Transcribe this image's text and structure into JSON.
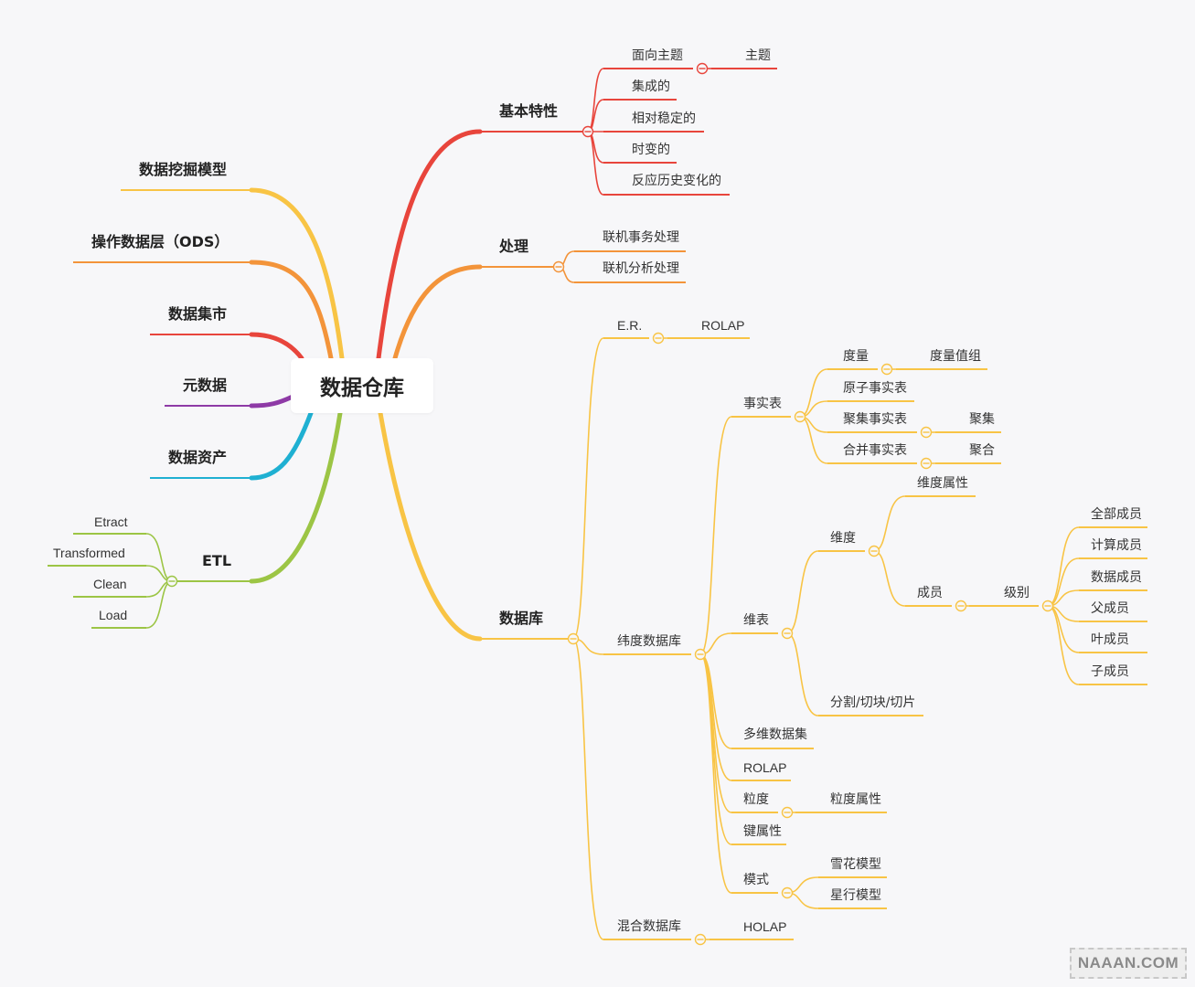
{
  "title": "数据仓库",
  "left": [
    {
      "label": "数据挖掘模型"
    },
    {
      "label": "操作数据层（ODS）"
    },
    {
      "label": "数据集市"
    },
    {
      "label": "元数据"
    },
    {
      "label": "数据资产"
    },
    {
      "label": "ETL",
      "children": [
        {
          "label": "Etract"
        },
        {
          "label": "Transformed"
        },
        {
          "label": "Clean"
        },
        {
          "label": "Load"
        }
      ]
    }
  ],
  "right": [
    {
      "label": "基本特性",
      "children": [
        {
          "label": "面向主题",
          "children": [
            {
              "label": "主题"
            }
          ]
        },
        {
          "label": "集成的"
        },
        {
          "label": "相对稳定的"
        },
        {
          "label": "时变的"
        },
        {
          "label": "反应历史变化的"
        }
      ]
    },
    {
      "label": "处理",
      "children": [
        {
          "label": "联机事务处理"
        },
        {
          "label": "联机分析处理"
        }
      ]
    },
    {
      "label": "数据库",
      "children": [
        {
          "label": "E.R.",
          "children": [
            {
              "label": "ROLAP"
            }
          ]
        },
        {
          "label": "纬度数据库",
          "children": [
            {
              "label": "事实表",
              "children": [
                {
                  "label": "度量",
                  "children": [
                    {
                      "label": "度量值组"
                    }
                  ]
                },
                {
                  "label": "原子事实表"
                },
                {
                  "label": "聚集事实表",
                  "children": [
                    {
                      "label": "聚集"
                    }
                  ]
                },
                {
                  "label": "合并事实表",
                  "children": [
                    {
                      "label": "聚合"
                    }
                  ]
                }
              ]
            },
            {
              "label": "维表",
              "children": [
                {
                  "label": "维度",
                  "children": [
                    {
                      "label": "维度属性"
                    },
                    {
                      "label": "成员",
                      "children": [
                        {
                          "label": "级别",
                          "children": [
                            {
                              "label": "全部成员"
                            },
                            {
                              "label": "计算成员"
                            },
                            {
                              "label": "数据成员"
                            },
                            {
                              "label": "父成员"
                            },
                            {
                              "label": "叶成员"
                            },
                            {
                              "label": "子成员"
                            }
                          ]
                        }
                      ]
                    }
                  ]
                },
                {
                  "label": "分割/切块/切片"
                }
              ]
            },
            {
              "label": "多维数据集"
            },
            {
              "label": "ROLAP"
            },
            {
              "label": "粒度",
              "children": [
                {
                  "label": "粒度属性"
                }
              ]
            },
            {
              "label": "键属性"
            },
            {
              "label": "模式",
              "children": [
                {
                  "label": "雪花模型"
                },
                {
                  "label": "星行模型"
                }
              ]
            }
          ]
        },
        {
          "label": "混合数据库",
          "children": [
            {
              "label": "HOLAP"
            }
          ]
        }
      ]
    }
  ],
  "colors": {
    "red": "#e8453c",
    "orange": "#f3943a",
    "yellow": "#f8c445",
    "green": "#9cc545",
    "cyan": "#1fb0d2",
    "purple": "#8e3aa6"
  },
  "watermark": "NAAAN.COM"
}
